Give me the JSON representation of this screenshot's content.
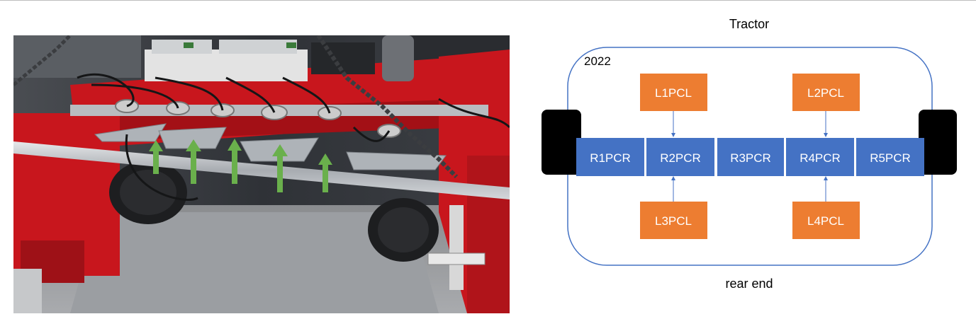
{
  "photo": {
    "subject": "tractor-mounted sensor rig with arrows marking sensor positions",
    "arrow_color": "#6ab04c",
    "frame_color": "#c8161d"
  },
  "diagram": {
    "top_label": "Tractor",
    "bottom_label": "rear end",
    "year_label": "2022",
    "colors": {
      "blue_box": "#4472c4",
      "orange_box": "#ed7d31",
      "outline": "#4472c4",
      "wheel": "#000000",
      "box_text": "#ffffff"
    },
    "row_boxes": [
      {
        "id": "r1",
        "label": "R1PCR"
      },
      {
        "id": "r2",
        "label": "R2PCR"
      },
      {
        "id": "r3",
        "label": "R3PCR"
      },
      {
        "id": "r4",
        "label": "R4PCR"
      },
      {
        "id": "r5",
        "label": "R5PCR"
      }
    ],
    "top_boxes": [
      {
        "id": "l1",
        "label": "L1PCL",
        "target": "R2PCR"
      },
      {
        "id": "l2",
        "label": "L2PCL",
        "target": "R4PCR"
      }
    ],
    "bottom_boxes": [
      {
        "id": "l3",
        "label": "L3PCL",
        "target": "R2PCR"
      },
      {
        "id": "l4",
        "label": "L4PCL",
        "target": "R4PCR"
      }
    ]
  }
}
